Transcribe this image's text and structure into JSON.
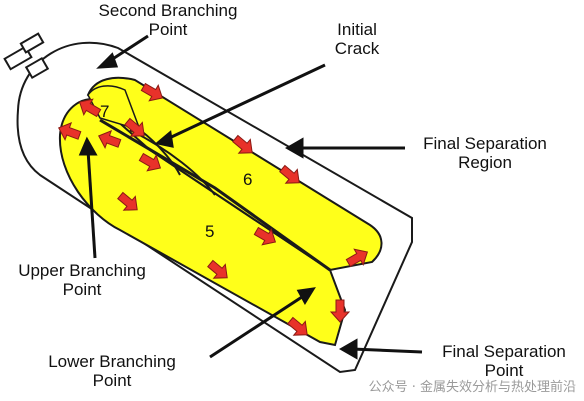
{
  "labels": {
    "second_branching": [
      "Second Branching",
      "Point"
    ],
    "initial_crack": [
      "Initial",
      "Crack"
    ],
    "final_separation_region": [
      "Final Separation",
      "Region"
    ],
    "upper_branching": [
      "Upper Branching",
      "Point"
    ],
    "lower_branching": [
      "Lower Branching",
      "Point"
    ],
    "final_separation_point": [
      "Final Separation",
      "Point"
    ]
  },
  "region_numbers": {
    "r5": "5",
    "r6": "6",
    "r7": "7"
  },
  "watermark": "公众号 · 金属失效分析与热处理前沿",
  "colors": {
    "fragment_fill": "#ffff1a",
    "outline": "#1a1a1a",
    "arrow_fill": "#e8322a",
    "arrow_stroke": "#8a1a14"
  }
}
